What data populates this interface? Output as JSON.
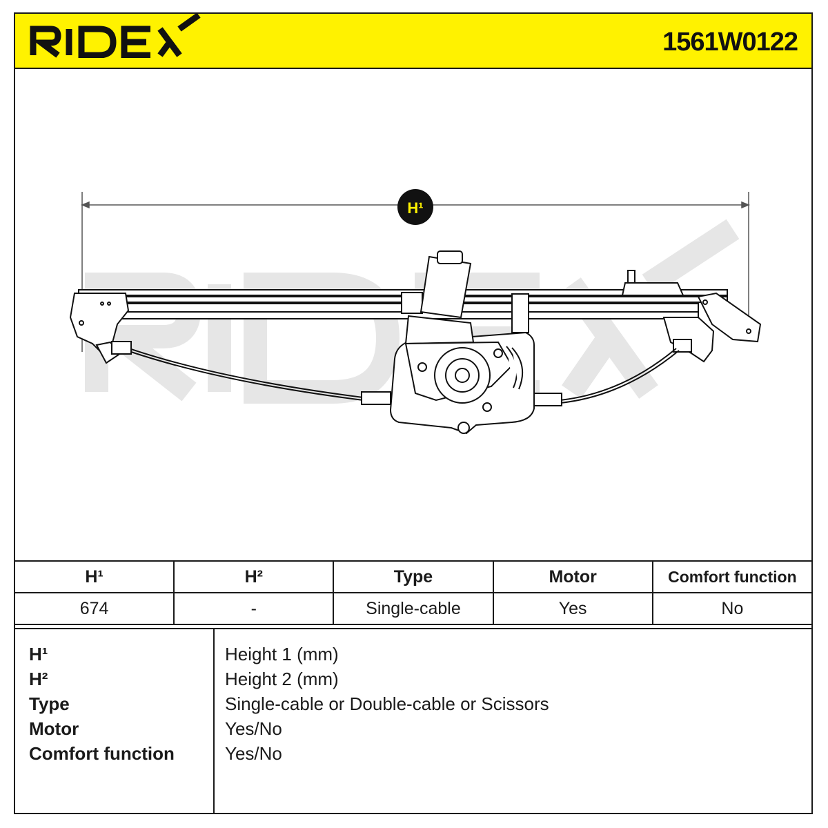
{
  "brand": {
    "logo_text": "RIDEX",
    "part_number": "1561W0122",
    "accent_color": "#fff200"
  },
  "drawing": {
    "dimension_label": "H¹",
    "watermark_text": "RIDEX"
  },
  "spec_table": {
    "headers": [
      "H¹",
      "H²",
      "Type",
      "Motor",
      "Comfort function"
    ],
    "values": [
      "674",
      "-",
      "Single-cable",
      "Yes",
      "No"
    ]
  },
  "legend": {
    "items": [
      {
        "key": "H¹",
        "value": "Height 1 (mm)"
      },
      {
        "key": "H²",
        "value": "Height 2 (mm)"
      },
      {
        "key": "Type",
        "value": "Single-cable or Double-cable or Scissors"
      },
      {
        "key": "Motor",
        "value": "Yes/No"
      },
      {
        "key": "Comfort function",
        "value": "Yes/No"
      }
    ]
  }
}
